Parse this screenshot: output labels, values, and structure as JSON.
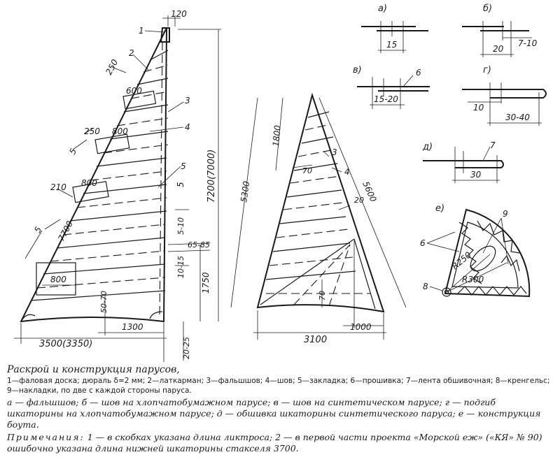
{
  "sail1": {
    "dims": {
      "top": "120",
      "top_l": "250",
      "pocket": "600",
      "mid_l": "250",
      "batten": "800",
      "s5a": "5",
      "lower_l": "210",
      "lower_batten": "800",
      "s5b": "5",
      "leech": "7700",
      "bottom_batten": "800",
      "v50_70": "50-70",
      "bottom": "1300",
      "foot": "3500(3350)",
      "mast": "7200(7000)",
      "r5_10": "5-10",
      "r65_85": "65-85",
      "r10_15": "10-15",
      "r1750": "1750",
      "r20_25": "20-25",
      "r5": "5"
    },
    "callouts": [
      "1",
      "2",
      "3",
      "4",
      "5"
    ]
  },
  "sail2": {
    "dims": {
      "top": "1800",
      "luff": "5300",
      "leech": "5600",
      "w70": "70",
      "w20": "20",
      "v70": "70",
      "foot": "3100",
      "clew": "1000"
    },
    "callouts": [
      "3",
      "4"
    ]
  },
  "details": {
    "a": {
      "label": "а)",
      "dim": "15"
    },
    "b": {
      "label": "б)",
      "dim": "20",
      "dim2": "7-10"
    },
    "v": {
      "label": "в)",
      "dim": "15-20",
      "callout": "6"
    },
    "g": {
      "label": "г)",
      "dim": "10",
      "dim2": "30-40"
    },
    "d": {
      "label": "д)",
      "dim": "30",
      "callout": "7"
    },
    "e": {
      "label": "е)",
      "r1": "R250",
      "r2": "R300",
      "c6": "6",
      "c8": "8",
      "c9": "9"
    }
  },
  "caption": {
    "title": "Раскрой и конструкция парусов,",
    "legend": "1—фаловая доска; дюраль δ=2 мм; 2—латкарман; 3—фальшшов; 4—шов; 5—закладка; 6—прошивка; 7—лента обшивочная; 8—кренгельс; 9—накладки, по две с каждой стороны паруса.",
    "parts": "а — фальшшов; б — шов на хлопчатобумажном парусе; в — шов на синтетическом парусе; г — подгиб шкаторины на хлопчатобумажном парусе; д — обшивка шкаторины синтетического паруса; е — конструкция боута.",
    "notes_label": "Примечания:",
    "notes": "1 — в скобках указана длина ликтроса; 2 — в первой части проекта «Морской еж» («КЯ» № 90) ошибочно указана длина нижней шкаторины стакселя 3700."
  }
}
